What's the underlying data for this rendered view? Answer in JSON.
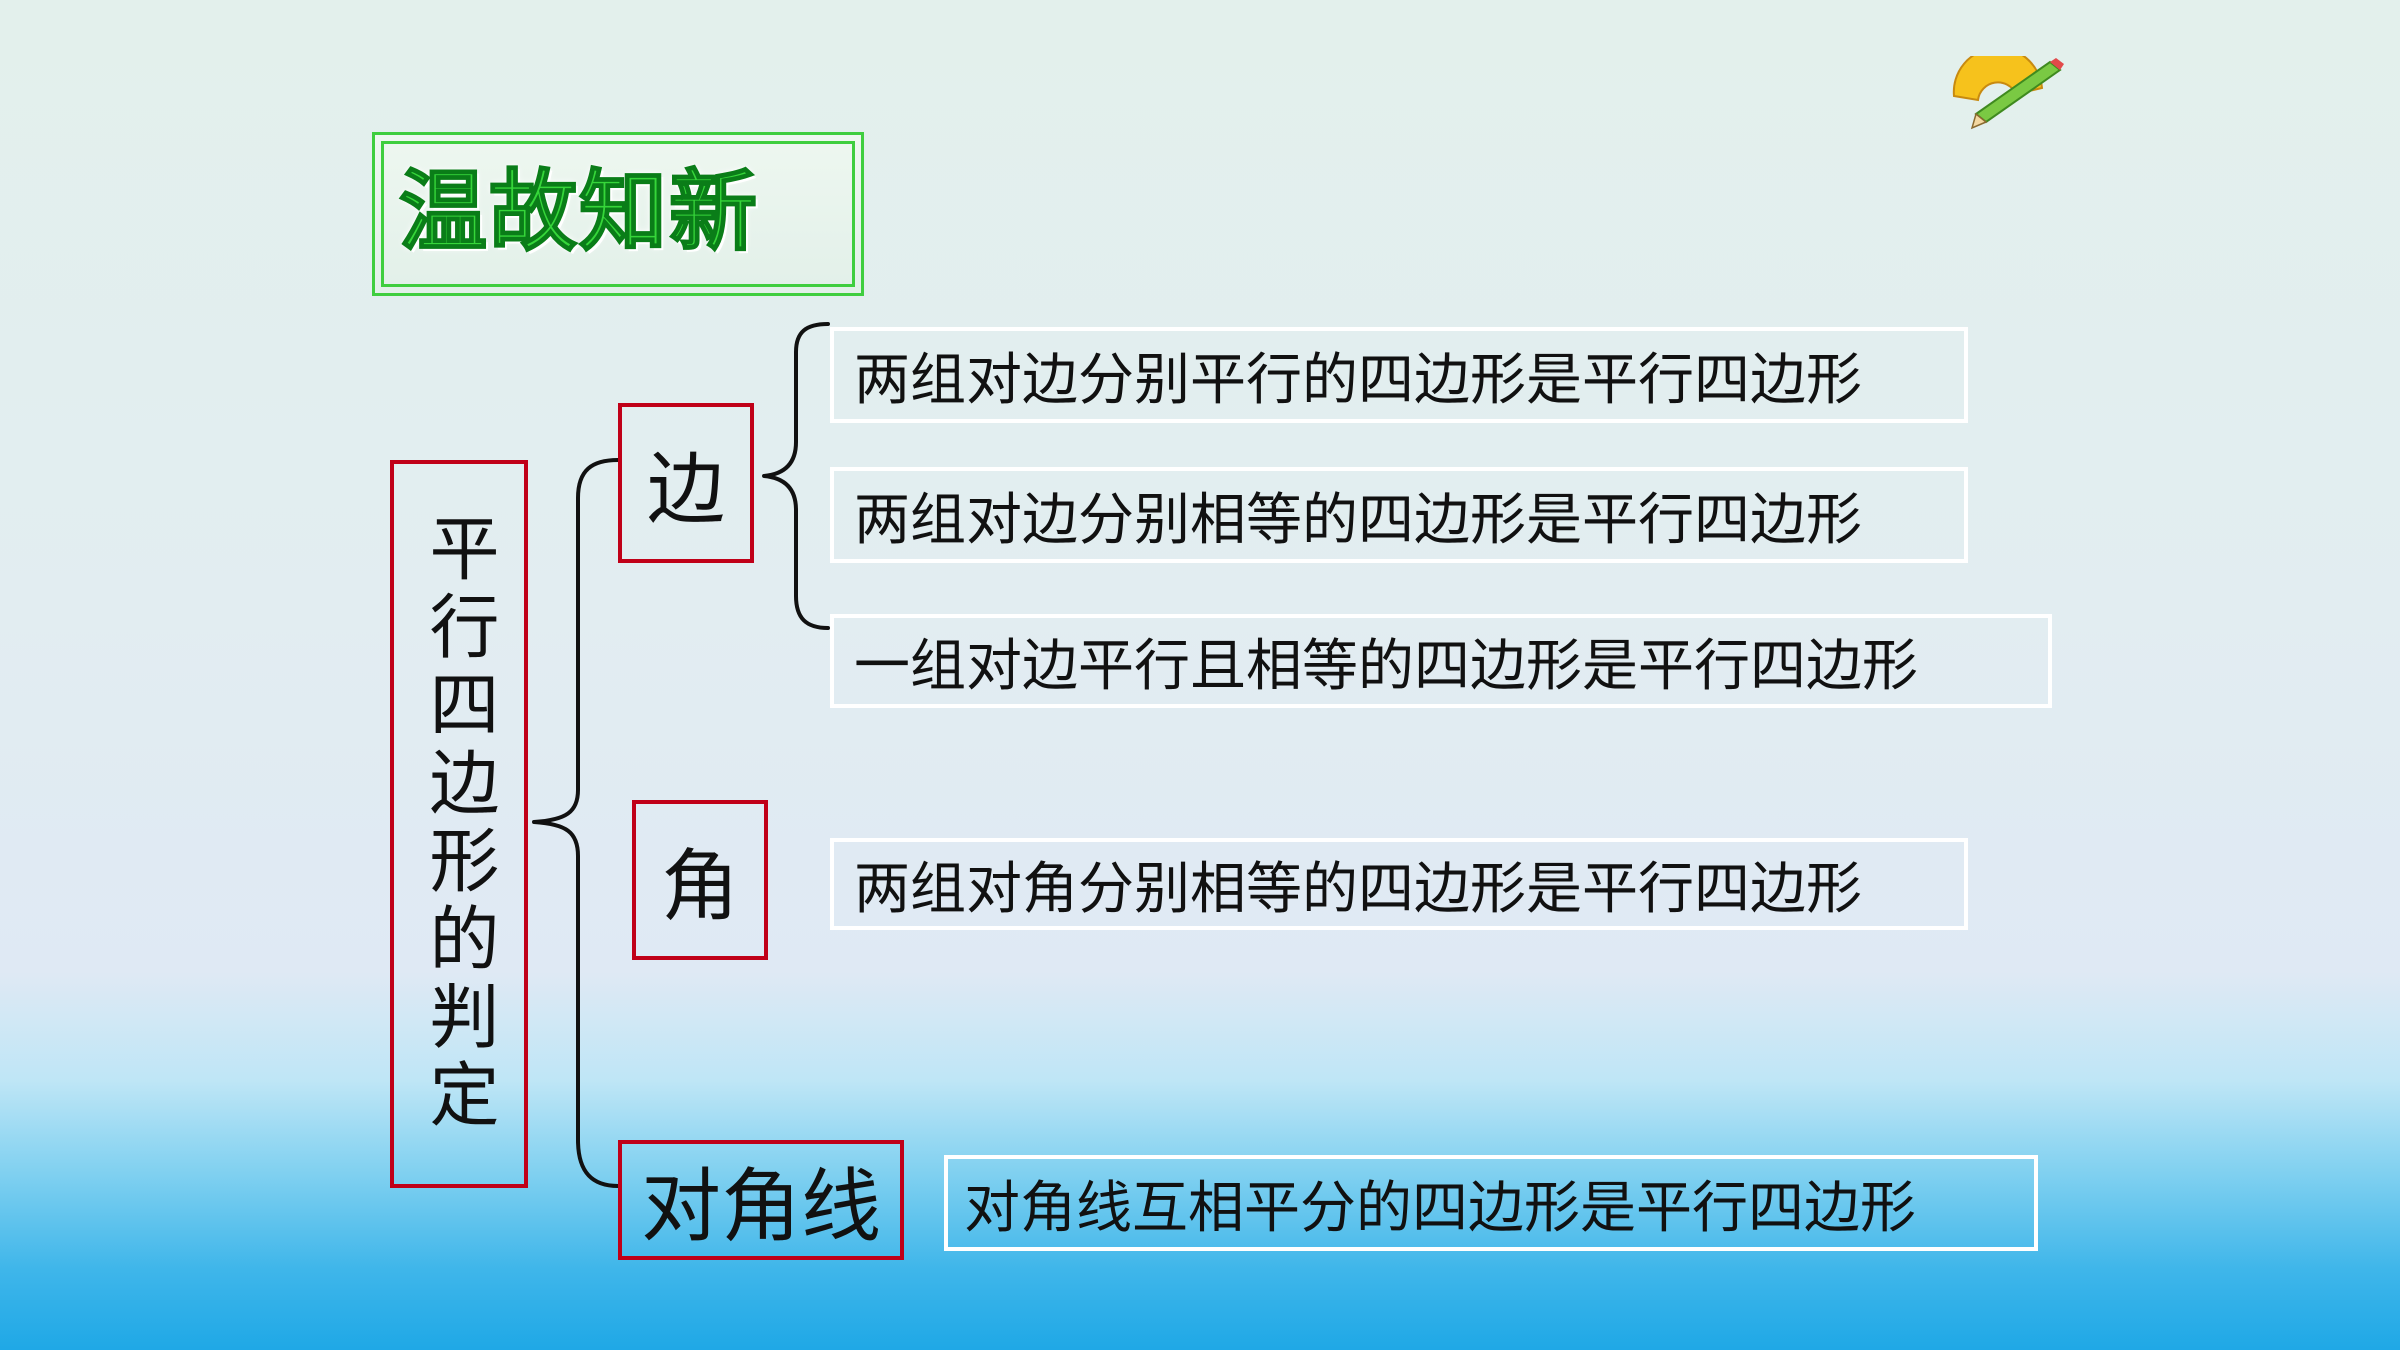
{
  "title": "温故知新",
  "root": "平行四边形的判定",
  "categories": {
    "side": "边",
    "angle": "角",
    "diagonal": "对角线"
  },
  "statements": {
    "side_1": "两组对边分别平行的四边形是平行四边形",
    "side_2": "两组对边分别相等的四边形是平行四边形",
    "side_3": "一组对边平行且相等的四边形是平行四边形",
    "angle_1": "两组对角分别相等的四边形是平行四边形",
    "diagonal_1": "对角线互相平分的四边形是平行四边形"
  },
  "icons": {
    "logo": "protractor-pencil-icon"
  },
  "colors": {
    "title_fill": "#36d63a",
    "title_border": "#3fce3f",
    "category_border": "#c00018",
    "statement_border": "#ffffff"
  }
}
